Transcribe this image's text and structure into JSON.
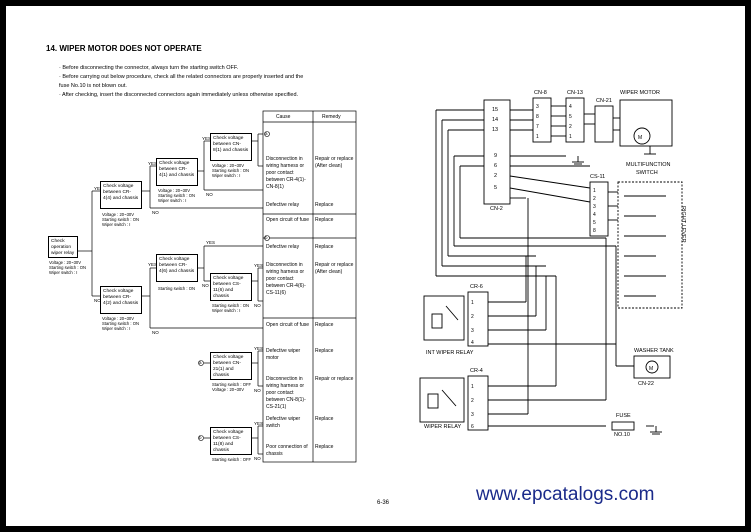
{
  "title": "14. WIPER MOTOR DOES NOT OPERATE",
  "bullets": [
    "· Before disconnecting the connector, always turn the starting switch OFF.",
    "· Before carrying out below procedure, check all the related connectors are properly inserted and the",
    "  fuse No.10 is not blown out.",
    "· After checking, insert the disconnected connectors again immediately unless otherwise specified."
  ],
  "table": {
    "cause_header": "Cause",
    "remedy_header": "Remedy"
  },
  "flow": {
    "start": {
      "text": "Check operation wiper relay",
      "cond": [
        "Voltage : 20~30V",
        "Starting switch : ON",
        "Wiper switch : I"
      ]
    },
    "cr4_4": {
      "text": "Check voltage between CR-4(4) and chassis",
      "cond": [
        "Voltage : 20~30V",
        "Starting switch : ON",
        "Wiper switch : I"
      ]
    },
    "cr4_1": {
      "text": "Check voltage between CR-4(1) and chassis",
      "cond": [
        "Voltage : 20~30V",
        "Starting switch : ON",
        "Wiper switch : I"
      ]
    },
    "cn8_1": {
      "text": "Check voltage between CN-8(1) and chassis",
      "cond": [
        "Voltage : 20~30V",
        "Starting switch : ON",
        "Wiper switch : I"
      ]
    },
    "cr4_2": {
      "text": "Check voltage between CR-4(2) and chassis",
      "cond": [
        "Voltage : 20~30V",
        "Starting switch : ON",
        "Wiper switch : I"
      ]
    },
    "cr4_6": {
      "text": "Check voltage between CR-4(6) and chassis",
      "cond": [
        "Starting switch : ON"
      ]
    },
    "cs11_6": {
      "text": "Check voltage between CS-11(6) and chassis",
      "cond": [
        "Starting switch : ON",
        "Wiper switch : I"
      ]
    },
    "cn21_1": {
      "text": "Check voltage between CN-21(1) and chassis",
      "cond": [
        "Starting switch : OFF",
        "Voltage : 20~30V"
      ]
    },
    "cs11_8": {
      "text": "Check voltage between CS-11(8) and chassis",
      "cond": [
        "Starting switch : OFF"
      ]
    },
    "yes": "YES",
    "no": "NO",
    "a": "a",
    "b": "b"
  },
  "rows": [
    {
      "cause": "Disconnection in wiring harness or poor contact between CR-4(1)-CN-8(1)",
      "remedy": "Repair or replace (After clean)"
    },
    {
      "cause": "Defective relay",
      "remedy": "Replace"
    },
    {
      "cause": "Open circuit of fuse",
      "remedy": "Replace"
    },
    {
      "cause": "Defective relay",
      "remedy": "Replace"
    },
    {
      "cause": "Disconnection in wiring harness or poor contact between CR-4(6)-CS-11(6)",
      "remedy": "Repair or replace (After clean)"
    },
    {
      "cause": "Open circuit of fuse",
      "remedy": "Replace"
    },
    {
      "cause": "Defective wiper motor",
      "remedy": "Replace"
    },
    {
      "cause": "Disconnection in wiring harness or poor contact between CN-8(1)-CS-21(1)",
      "remedy": "Repair or replace"
    },
    {
      "cause": "Defective wiper switch",
      "remedy": "Replace"
    },
    {
      "cause": "Poor connection of chassis",
      "remedy": "Replace"
    }
  ],
  "diagram": {
    "wiper_motor": "WIPER MOTOR",
    "multifunction": "MULTIFUNCTION",
    "switch": "SWITCH",
    "right_lever": "RIGHT LEVER",
    "cn8": "CN-8",
    "cn13": "CN-13",
    "cn21": "CN-21",
    "cn2": "CN-2",
    "cs11": "CS-11",
    "cr6": "CR-6",
    "cr4": "CR-4",
    "cn22": "CN-22",
    "int_relay": "INT WIPER RELAY",
    "wiper_relay": "WIPER RELAY",
    "washer_tank": "WASHER TANK",
    "fuse": "FUSE",
    "fuse_no": "NO.10",
    "cn2_pins": [
      "15",
      "14",
      "13",
      "9",
      "6",
      "2",
      "5"
    ]
  },
  "page_number": "6-36",
  "watermark": "www.epcatalogs.com"
}
